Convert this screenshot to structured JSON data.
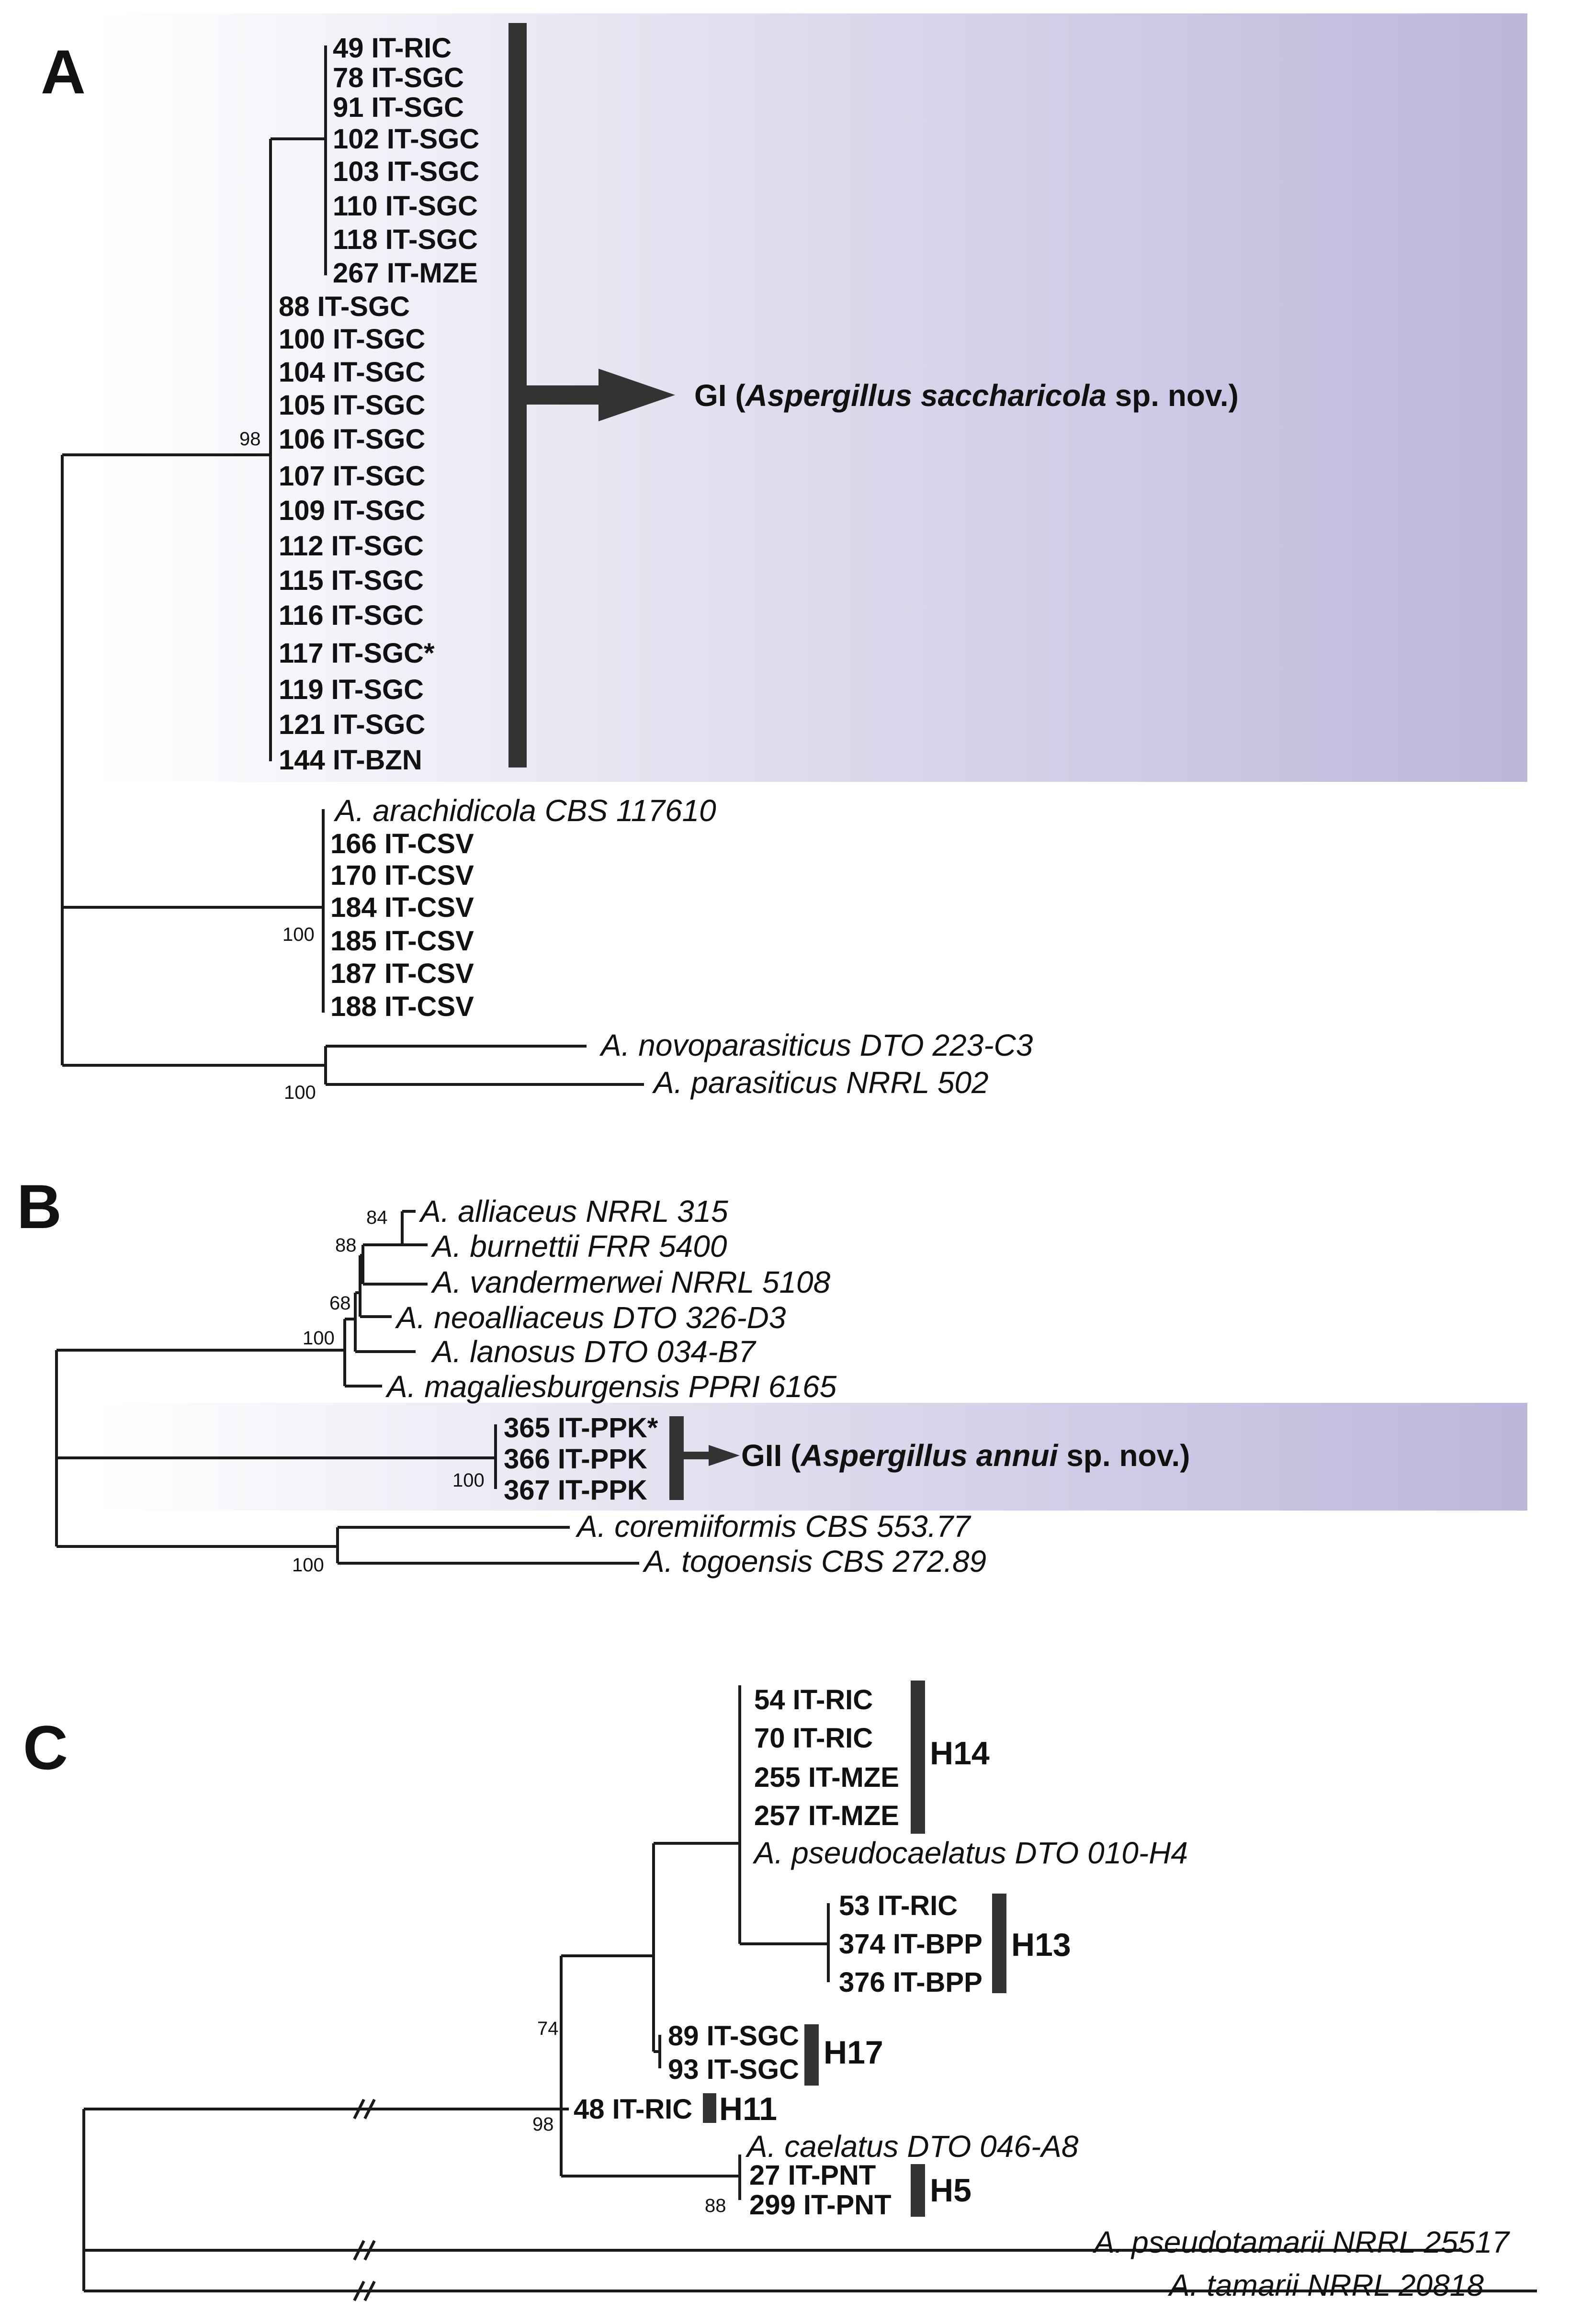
{
  "colors": {
    "clade_band_start": "#ffffff",
    "clade_band_end": "#bdb6db",
    "ink": "#111111",
    "bars": "#333333"
  },
  "panels": {
    "a": {
      "label": "A",
      "clade1_strains": [
        "49 IT-RIC",
        "78 IT-SGC",
        "91 IT-SGC",
        "102 IT-SGC",
        "103 IT-SGC",
        "110 IT-SGC",
        "118 IT-SGC",
        "267 IT-MZE"
      ],
      "clade2_strains": [
        "88 IT-SGC",
        "100 IT-SGC",
        "104 IT-SGC",
        "105 IT-SGC",
        "106 IT-SGC",
        "107 IT-SGC",
        "109 IT-SGC",
        "112 IT-SGC",
        "115 IT-SGC",
        "116 IT-SGC",
        "117 IT-SGC*",
        "119 IT-SGC",
        "121 IT-SGC",
        "144 IT-BZN"
      ],
      "support_gi": "98",
      "group": {
        "code": "GI (",
        "species": "Aspergillus saccharicola",
        "suffix": " sp. nov.)"
      },
      "arach_species": "A. arachidicola  CBS 117610",
      "csv_strains": [
        "166 IT-CSV",
        "170 IT-CSV",
        "184 IT-CSV",
        "185 IT-CSV",
        "187 IT-CSV",
        "188 IT-CSV"
      ],
      "support_csv": "100",
      "novo": "A. novoparasiticus  DTO 223-C3",
      "para": "A. parasiticus NRRL 502",
      "support_para": "100"
    },
    "b": {
      "label": "B",
      "species": [
        "A. alliaceus NRRL 315",
        "A. burnettii FRR 5400",
        "A. vandermerwei  NRRL 5108",
        "A. neoalliaceus  DTO 326-D3",
        "A. lanosus  DTO 034-B7",
        "A. magaliesburgensis PPRI 6165"
      ],
      "supports": {
        "s84": "84",
        "s88": "88",
        "s68": "68",
        "s100a": "100",
        "s100b": "100",
        "s100c": "100"
      },
      "gii_strains": [
        "365 IT-PPK*",
        "366 IT-PPK",
        "367 IT-PPK"
      ],
      "group": {
        "code": "GII (",
        "species": "Aspergillus annui",
        "suffix": " sp. nov.)"
      },
      "coremii": "A. coremiiformis  CBS 553.77",
      "togo": "A. togoensis  CBS 272.89"
    },
    "c": {
      "label": "C",
      "h14_strains": [
        "54 IT-RIC",
        "70 IT-RIC",
        "255 IT-MZE",
        "257 IT-MZE"
      ],
      "h14": "H14",
      "pseudocaelatus": "A. pseudocaelatus  DTO 010-H4",
      "h13_strains": [
        "53 IT-RIC",
        "374 IT-BPP",
        "376 IT-BPP"
      ],
      "h13": "H13",
      "h17_strains": [
        "89 IT-SGC",
        "93 IT-SGC"
      ],
      "h17": "H17",
      "h11_strain": "48 IT-RIC",
      "h11": "H11",
      "caelatus": "A. caelatus DTO 046-A8",
      "h5_strains": [
        "27 IT-PNT",
        "299 IT-PNT"
      ],
      "h5": "H5",
      "supports": {
        "s74": "74",
        "s98": "98",
        "s88": "88"
      },
      "pseudotamarii": "A. pseudotamarii  NRRL 25517",
      "tamarii": "A. tamarii  NRRL 20818"
    }
  }
}
